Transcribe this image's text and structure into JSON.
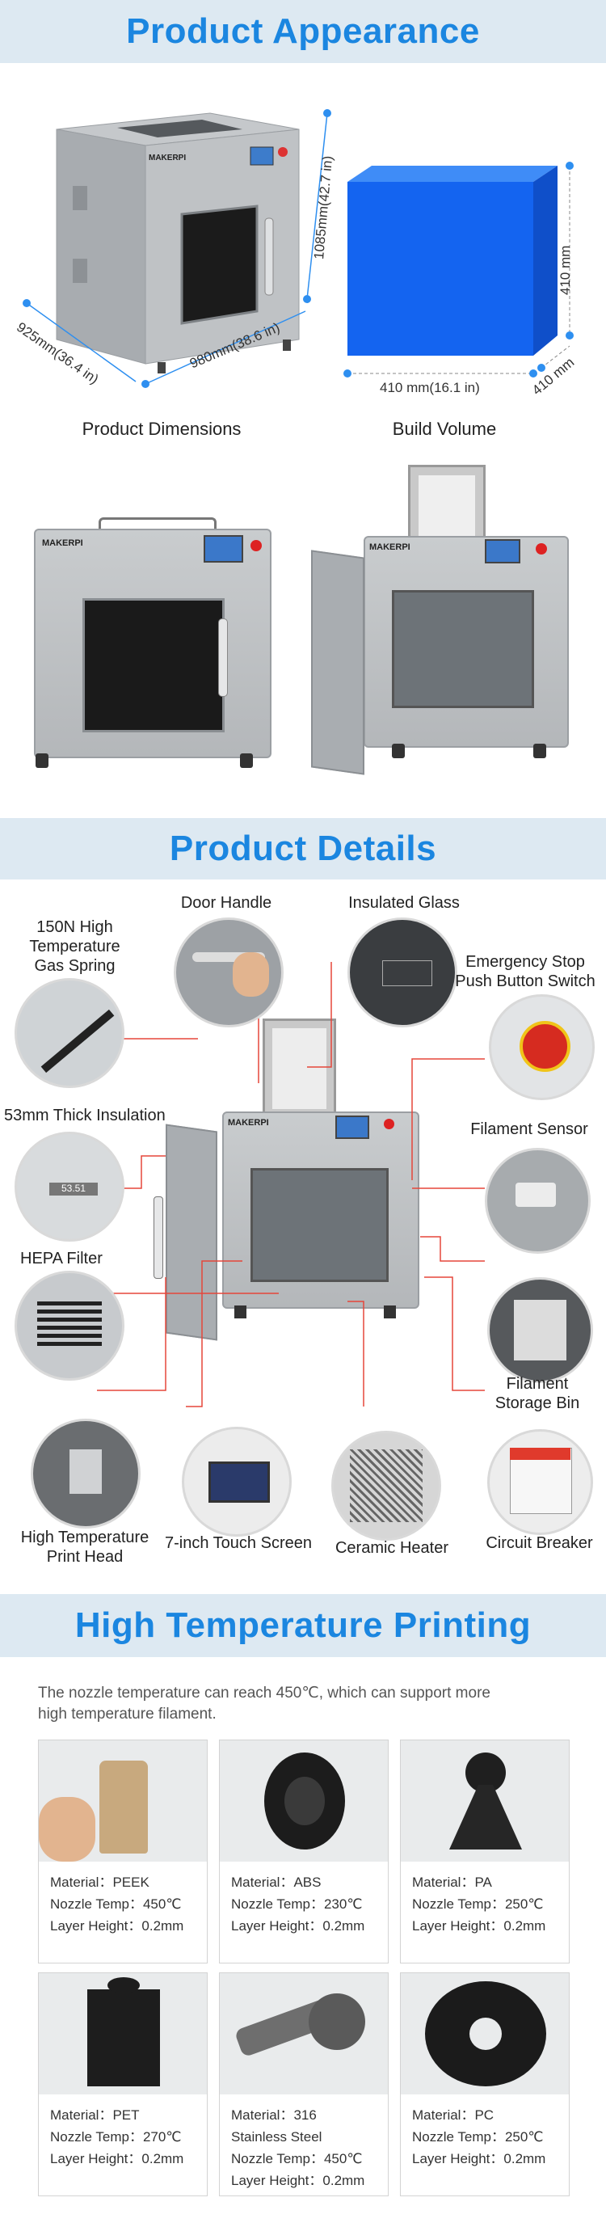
{
  "sections": {
    "appearance_title": "Product Appearance",
    "details_title": "Product Details",
    "hightemp_title": "High Temperature Printing"
  },
  "brand": "MAKERPI",
  "dimensions": {
    "height": "1085mm(42.7 in)",
    "width": "980mm(38.6 in)",
    "depth": "925mm(36.4 in)",
    "caption": "Product Dimensions"
  },
  "build_volume": {
    "side": "410 mm(16.1 in)",
    "height": "410 mm",
    "depth": "410 mm",
    "caption": "Build Volume",
    "color": "#1464f0"
  },
  "details": {
    "door_handle": "Door Handle",
    "insulated_glass": "Insulated Glass",
    "gas_spring": "150N High\nTemperature\nGas Spring",
    "emergency_stop": "Emergency Stop\nPush Button Switch",
    "insulation": "53mm Thick Insulation",
    "filament_sensor": "Filament Sensor",
    "hepa": "HEPA Filter",
    "storage_bin": "Filament\nStorage Bin",
    "print_head": "High Temperature\nPrint Head",
    "touch_screen": "7-inch Touch Screen",
    "ceramic_heater": "Ceramic Heater",
    "circuit_breaker": "Circuit Breaker",
    "insulation_reading": "53.51"
  },
  "hightemp": {
    "intro": "The nozzle temperature can reach 450℃, which can support more high temperature filament.",
    "cards": [
      {
        "material": "Material：PEEK",
        "nozzle": "Nozzle Temp：450℃",
        "layer": "Layer Height：0.2mm"
      },
      {
        "material": "Material：ABS",
        "nozzle": "Nozzle Temp：230℃",
        "layer": "Layer Height：0.2mm"
      },
      {
        "material": "Material：PA",
        "nozzle": "Nozzle Temp：250℃",
        "layer": "Layer Height：0.2mm"
      },
      {
        "material": "Material：PET",
        "nozzle": "Nozzle Temp：270℃",
        "layer": "Layer Height：0.2mm"
      },
      {
        "material": "Material：316 Stainless Steel",
        "nozzle": "Nozzle Temp：450℃",
        "layer": "Layer Height：0.2mm"
      },
      {
        "material": "Material：PC",
        "nozzle": "Nozzle Temp：250℃",
        "layer": "Layer Height：0.2mm"
      }
    ]
  },
  "colors": {
    "title_blue": "#1b86e0",
    "banner_bg": "#dde9f2",
    "callout_line": "#e5463a"
  }
}
